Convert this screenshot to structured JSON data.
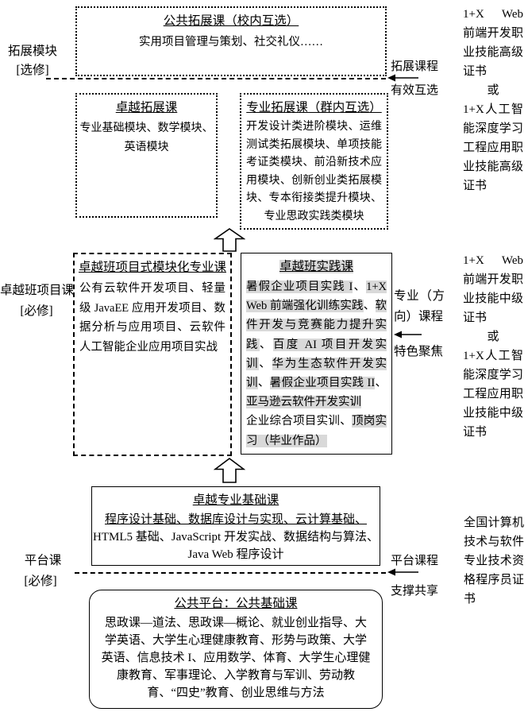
{
  "colors": {
    "ink": "#000000",
    "paper": "#ffffff",
    "highlight": "#d9d9d9"
  },
  "public_extension": {
    "title": "公共拓展课（校内互选）",
    "content": "实用项目管理与策划、社交礼仪……"
  },
  "left_labels": {
    "extension": {
      "name": "拓展模块",
      "type": "[选修]"
    },
    "project": {
      "name": "卓越班项目课",
      "type": "[必修]"
    },
    "platform": {
      "name": "平台课",
      "type": "[必修]"
    }
  },
  "dividers": {
    "extension": {
      "above": "拓展课程",
      "below": "有效互选"
    },
    "platform": {
      "above": "平台课程",
      "below": "支撑共享"
    }
  },
  "focus_label": {
    "line1": "专业（方向）课程",
    "line2": "特色聚焦"
  },
  "excellence_extension": {
    "title": "卓越拓展课",
    "content": "专业基础模块、数学模块、英语模块"
  },
  "professional_extension": {
    "title": "专业拓展课（群内互选）",
    "content": "开发设计类进阶模块、运维测试类拓展模块、单项技能考证类模块、前沿新技术应用模块、创新创业类拓展模块、专本衔接类提升模块、专业思政实践类模块"
  },
  "project_course": {
    "title": "卓越班项目式模块化专业课",
    "content": "公有云软件开发项目、轻量级 JavaEE 应用开发项目、数据分析与应用项目、云软件人工智能企业应用项目实战"
  },
  "practice_course": {
    "title": "卓越班实践课",
    "segments": [
      {
        "text": "暑假企业项目实践 I",
        "hl": true
      },
      {
        "text": "、",
        "hl": false
      },
      {
        "text": "1+X Web 前端强化训练实践",
        "hl": true
      },
      {
        "text": "、",
        "hl": false
      },
      {
        "text": "软件开发与竞赛能力提升实践",
        "hl": true
      },
      {
        "text": "、",
        "hl": false
      },
      {
        "text": "百度 AI 项目开发实训",
        "hl": true
      },
      {
        "text": "、",
        "hl": false
      },
      {
        "text": "华为生态软件开发实训",
        "hl": true
      },
      {
        "text": "、",
        "hl": false
      },
      {
        "text": "暑假企业项目实践 II",
        "hl": true
      },
      {
        "text": "、",
        "hl": false
      },
      {
        "text": "亚马逊云软件开发实训",
        "hl": true,
        "br": true
      },
      {
        "text": "企业综合项目实训、",
        "hl": false
      },
      {
        "text": "顶岗实习（毕业作品）",
        "hl": true
      }
    ]
  },
  "foundation_course": {
    "title": "卓越专业基础课",
    "lines": [
      {
        "text": "程序设计基础、数据库设计与实现、云计算基础、",
        "underline": true
      },
      {
        "text": "HTML5 基础、JavaScript 开发实战、数据结构与算法、",
        "underline": false
      },
      {
        "text": "Java Web 程序设计",
        "underline": false
      }
    ]
  },
  "public_platform": {
    "title": "公共平台：公共基础课",
    "content": "思政课—道法、思政课—概论、就业创业指导、大学英语、大学生心理健康教育、形势与政策、大学英语、信息技术 I、应用数学、体育、大学生心理健康教育、军事理论、入学教育与军训、劳动教育、“四史”教育、创业思维与方法"
  },
  "certificates": {
    "advanced": {
      "cert1": "1+X Web 前端开发职业技能高级证书",
      "or": "或",
      "cert2": "1+X人工智能深度学习工程应用职业技能高级证书"
    },
    "intermediate": {
      "cert1": "1+X Web 前端开发职业技能中级证书",
      "or": "或",
      "cert2": "1+X人工智能深度学习工程应用职业技能中级证书"
    },
    "programmer": "全国计算机技术与软件专业技术资格程序员证书"
  },
  "icons": {
    "up_arrow": "hollow-up-block-arrow",
    "left_arrow": "thin-left-arrow"
  }
}
